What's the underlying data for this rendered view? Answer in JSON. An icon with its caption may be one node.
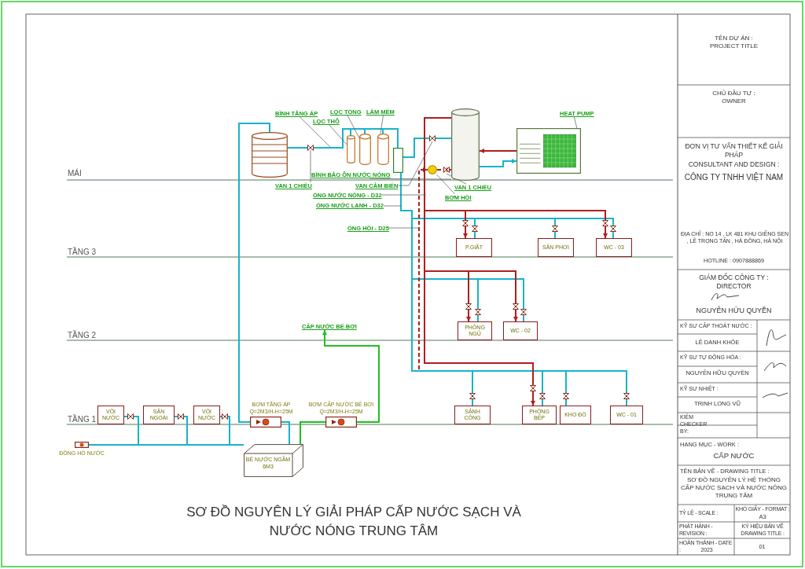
{
  "diagram": {
    "title": "SƠ ĐỒ NGUYÊN LÝ GIẢI PHÁP CẤP NƯỚC SẠCH VÀ NƯỚC NÓNG TRUNG TÂM",
    "nodes": [
      {
        "text": [],
        "shape": "cylinder"
      },
      {
        "text": [],
        "shape": "cylinder"
      },
      {
        "text": [],
        "shape": "cylinder"
      },
      {
        "text": [],
        "shape": "cylinder"
      },
      {
        "text": [],
        "shape": "box"
      },
      {
        "text": [],
        "shape": "cylinder"
      },
      {
        "text": [],
        "shape": "box"
      },
      {
        "text": [],
        "shape": "circle"
      },
      {
        "text": [
          "P.GIẶT"
        ]
      },
      {
        "text": [
          "SÂN PHƠI"
        ]
      },
      {
        "text": [
          "WC - 03"
        ]
      },
      {
        "text": [
          "PHÒNG NGỦ"
        ]
      },
      {
        "text": [
          "WC - 02"
        ]
      },
      {
        "text": [
          "SẢNH CÔNG"
        ]
      },
      {
        "text": [
          "PHÒNG BẾP"
        ]
      },
      {
        "text": [
          "KHO ĐỒ"
        ]
      },
      {
        "text": [
          "WC - 01"
        ]
      },
      {
        "text": [
          "VÒI NƯỚC"
        ]
      },
      {
        "text": [
          "SÂN NGOÀI"
        ]
      },
      {
        "text": [
          "VÒI NƯỚC"
        ]
      },
      {
        "text": [],
        "shape": "box",
        "beside": [
          "ĐỒNG HỒ NƯỚC"
        ]
      },
      {
        "text": [
          "BỂ NƯỚC NGẦM 6M3"
        ]
      },
      {
        "text": [],
        "shape": "box",
        "beside": [
          "BƠM TĂNG ÁP",
          "Q=2M3/H-H=25M"
        ]
      },
      {
        "text": [],
        "shape": "box",
        "beside": [
          "BƠM CẤP NƯỚC BỂ BƠI",
          "Q=2M3/H-H=25M"
        ]
      },
      {
        "text": [
          "CẤP NƯỚC BỂ BƠI"
        ]
      },
      {
        "text": [
          "LỌC THÔ"
        ]
      },
      {
        "text": [
          "LỌC TỔNG"
        ]
      },
      {
        "text": [
          "LÀM MỀM"
        ]
      },
      {
        "text": [
          "BÌNH TĂNG ÁP"
        ]
      },
      {
        "text": [
          "VAN 1 CHIỀU"
        ]
      },
      {
        "text": [
          "BÌNH BẢO ÔN NƯỚC NÓNG"
        ]
      },
      {
        "text": [
          "VAN CẢM BIẾN"
        ]
      },
      {
        "text": [
          "ỐNG NƯỚC NÓNG - D32"
        ]
      },
      {
        "text": [
          "ỐNG NƯỚC LẠNH - D32"
        ]
      },
      {
        "text": [
          "ỐNG HỒI - D25"
        ]
      },
      {
        "text": [
          "HEAT PUMP"
        ]
      },
      {
        "text": [
          "VAN 1 CHIỀU"
        ]
      },
      {
        "text": [
          "BƠM HỒI"
        ]
      }
    ],
    "edges": [
      {
        "from": 20,
        "to": 21,
        "arrow": "none"
      },
      {
        "from": 20,
        "to": 17,
        "arrow": "none"
      },
      {
        "from": 20,
        "to": 18,
        "arrow": "none"
      },
      {
        "from": 20,
        "to": 19,
        "arrow": "none"
      },
      {
        "from": 21,
        "to": 22,
        "arrow": "none"
      },
      {
        "from": 22,
        "to": 0,
        "arrow": "none"
      },
      {
        "from": 0,
        "to": 1,
        "arrow": "none"
      },
      {
        "from": 1,
        "to": 2,
        "arrow": "none"
      },
      {
        "from": 2,
        "to": 3,
        "arrow": "none"
      },
      {
        "from": 3,
        "to": 4,
        "arrow": "none"
      },
      {
        "from": 4,
        "to": 5,
        "arrow": "none"
      },
      {
        "from": 5,
        "to": 6,
        "arrow": "to"
      },
      {
        "from": 6,
        "to": 5,
        "arrow": "to",
        "color": "#b01e1e"
      },
      {
        "from": 4,
        "to": 8,
        "arrow": "none"
      },
      {
        "from": 4,
        "to": 9,
        "arrow": "none"
      },
      {
        "from": 4,
        "to": 10,
        "arrow": "none"
      },
      {
        "from": 4,
        "to": 11,
        "arrow": "none"
      },
      {
        "from": 4,
        "to": 12,
        "arrow": "none"
      },
      {
        "from": 4,
        "to": 13,
        "arrow": "none"
      },
      {
        "from": 4,
        "to": 14,
        "arrow": "none"
      },
      {
        "from": 4,
        "to": 15,
        "arrow": "none"
      },
      {
        "from": 4,
        "to": 16,
        "arrow": "none"
      },
      {
        "from": 5,
        "to": 8,
        "arrow": "to",
        "color": "#b01e1e"
      },
      {
        "from": 5,
        "to": 10,
        "arrow": "to",
        "color": "#b01e1e"
      },
      {
        "from": 5,
        "to": 11,
        "arrow": "to",
        "color": "#b01e1e"
      },
      {
        "from": 5,
        "to": 12,
        "arrow": "to",
        "color": "#b01e1e"
      },
      {
        "from": 5,
        "to": 14,
        "arrow": "to",
        "color": "#b01e1e"
      },
      {
        "from": null,
        "to": 7,
        "arrow": "to",
        "style": "dashed",
        "color": "#b01e1e"
      },
      {
        "from": 7,
        "to": 5,
        "arrow": "to",
        "style": "dashed",
        "color": "#b01e1e"
      },
      {
        "from": 21,
        "to": 23,
        "arrow": "none",
        "color": "#1fbf1f"
      },
      {
        "from": 23,
        "to": 24,
        "arrow": "to",
        "color": "#1fbf1f"
      },
      {
        "from": 25,
        "to": 1,
        "arrow": "none",
        "color": "#555555"
      },
      {
        "from": 26,
        "to": 2,
        "arrow": "none",
        "color": "#555555"
      },
      {
        "from": 27,
        "to": 3,
        "arrow": "none",
        "color": "#555555"
      },
      {
        "from": 28,
        "to": null,
        "arrow": "none",
        "color": "#555555"
      },
      {
        "from": 29,
        "to": null,
        "arrow": "none",
        "color": "#555555"
      },
      {
        "from": 30,
        "to": 5,
        "arrow": "none",
        "color": "#555555"
      },
      {
        "from": 31,
        "to": null,
        "arrow": "none",
        "color": "#555555"
      },
      {
        "from": 32,
        "to": null,
        "arrow": "none",
        "color": "#555555"
      },
      {
        "from": 33,
        "to": null,
        "arrow": "none",
        "color": "#555555"
      },
      {
        "from": 34,
        "to": null,
        "arrow": "none",
        "color": "#555555"
      },
      {
        "from": 35,
        "to": 6,
        "arrow": "none",
        "color": "#555555"
      },
      {
        "from": 36,
        "to": null,
        "arrow": "none",
        "color": "#555555"
      },
      {
        "from": 37,
        "to": 7,
        "arrow": "none",
        "color": "#555555"
      }
    ],
    "labels": [
      "MÁI",
      "TẦNG 3",
      "TẦNG 2",
      "TẦNG 1",
      "TÊN DỰ ÁN :",
      "PROJECT TITLE",
      "CHỦ ĐẦU TƯ :",
      "OWNER",
      "ĐƠN VỊ TƯ VẤN THIẾT KẾ GIẢI PHÁP",
      "CONSULTANT AND DESIGN :",
      "CÔNG TY TNHH VIỆT NAM",
      "ĐỊA CHỈ : NO 14 , LK 481 KHU GIẾNG SEN , LÊ TRỌNG TẤN , HÀ ĐÔNG, HÀ NỘI",
      "HOTLINE : 0907888869",
      "GIÁM ĐỐC CÔNG TY :",
      "DIRECTOR",
      "NGUYỄN HỮU QUYỀN",
      "KỸ SƯ CẤP THOÁT NƯỚC :",
      "LÊ DANH KHỎE",
      "KỸ SƯ TỰ ĐỘNG HÓA :",
      "NGUYỄN HỮU QUYỀN",
      "KỸ SƯ NHIỆT :",
      "TRỊNH LONG VŨ",
      "KIỂM CHECKER BY:",
      "HẠNG MỤC - WORK :",
      "CẤP NƯỚC",
      "TÊN BẢN VẼ - DRAWING TITLE :",
      "SƠ ĐỒ NGUYÊN LÝ HỆ THỐNG CẤP NƯỚC SẠCH VÀ NƯỚC NÓNG TRUNG TÂM",
      "TỶ LỆ - SCALE :",
      "KHỔ GIẤY - FORMAT :",
      "A3",
      "PHÁT HÀNH - REVISION :",
      "KÝ HIỆU BẢN VẼ DRAWING TITLE :",
      "HOÀN THÀNH - DATE :",
      "2023",
      "01"
    ]
  }
}
